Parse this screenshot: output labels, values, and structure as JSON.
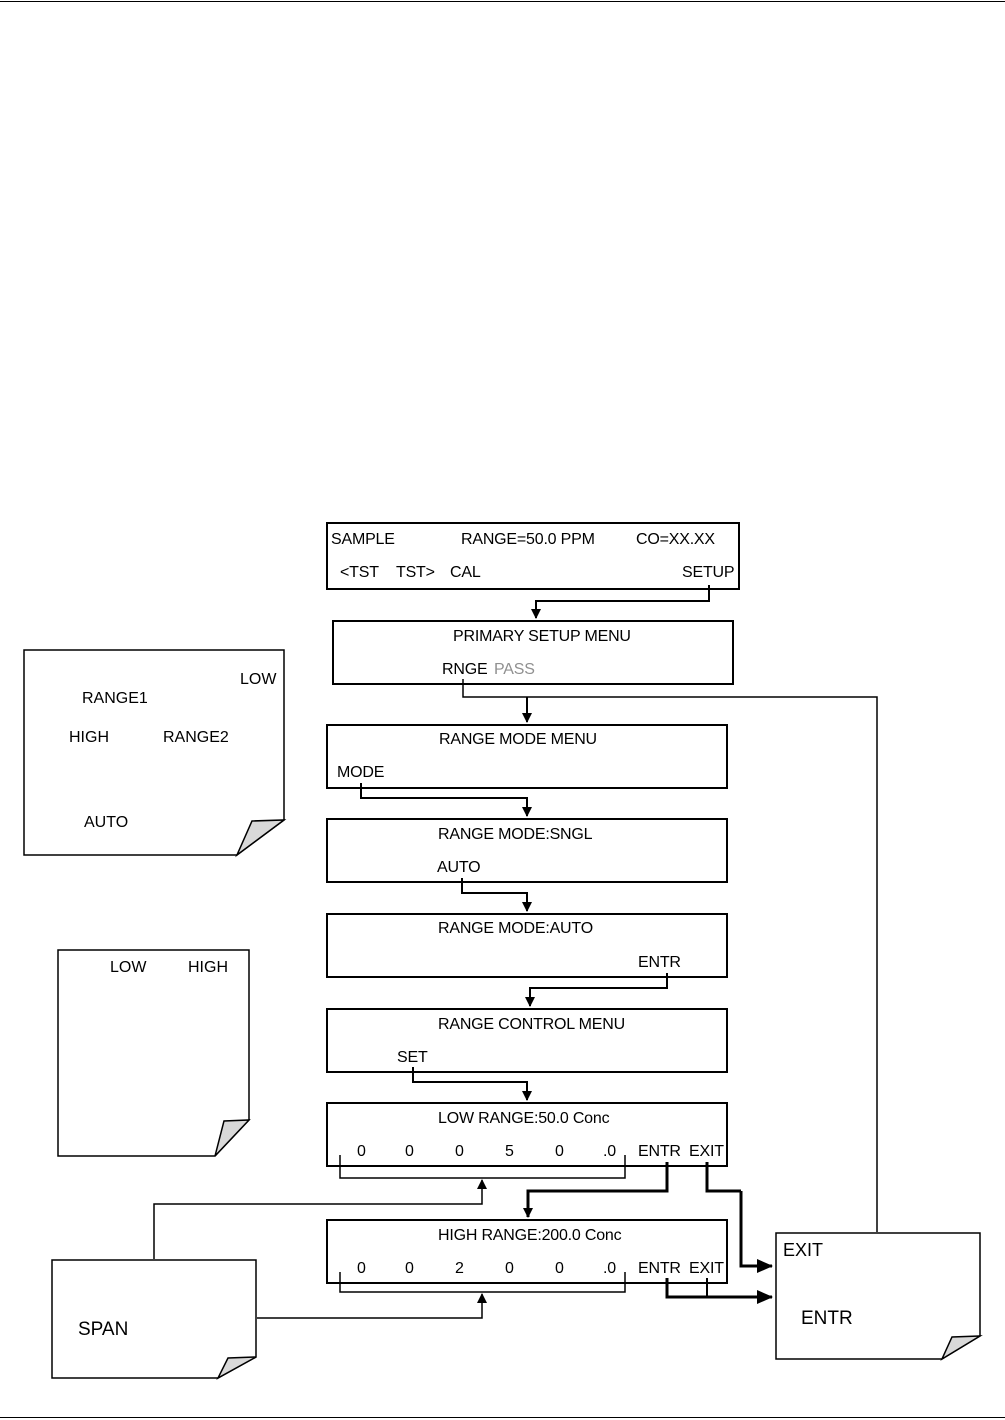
{
  "sample_display": {
    "mode": "SAMPLE",
    "range": "RANGE=50.0 PPM",
    "reading": "CO=XX.XX",
    "keys": [
      "<TST",
      "TST>",
      "CAL",
      "SETUP"
    ]
  },
  "primary_setup": {
    "title": "PRIMARY SETUP MENU",
    "key_active": "RNGE",
    "key_dimmed": "PASS"
  },
  "range_mode_menu": {
    "title": "RANGE MODE MENU",
    "key": "MODE"
  },
  "range_mode_sngl": {
    "title": "RANGE MODE:SNGL",
    "key": "AUTO"
  },
  "range_mode_auto": {
    "title": "RANGE MODE:AUTO",
    "key": "ENTR"
  },
  "range_control": {
    "title": "RANGE CONTROL MENU",
    "key": "SET"
  },
  "low_range": {
    "title": "LOW RANGE:50.0 Conc",
    "digits": [
      "0",
      "0",
      "0",
      "5",
      "0",
      ".0"
    ],
    "keys": [
      "ENTR",
      "EXIT"
    ]
  },
  "high_range": {
    "title": "HIGH RANGE:200.0 Conc",
    "digits": [
      "0",
      "0",
      "2",
      "0",
      "0",
      ".0"
    ],
    "keys": [
      "ENTR",
      "EXIT"
    ]
  },
  "note_ranges": {
    "low": "LOW",
    "range1": "RANGE1",
    "high": "HIGH",
    "range2": "RANGE2",
    "auto": "AUTO"
  },
  "note_low_high": {
    "low": "LOW",
    "high": "HIGH"
  },
  "note_span": {
    "span": "SPAN"
  },
  "note_exit": {
    "exit": "EXIT",
    "entr": "ENTR"
  }
}
